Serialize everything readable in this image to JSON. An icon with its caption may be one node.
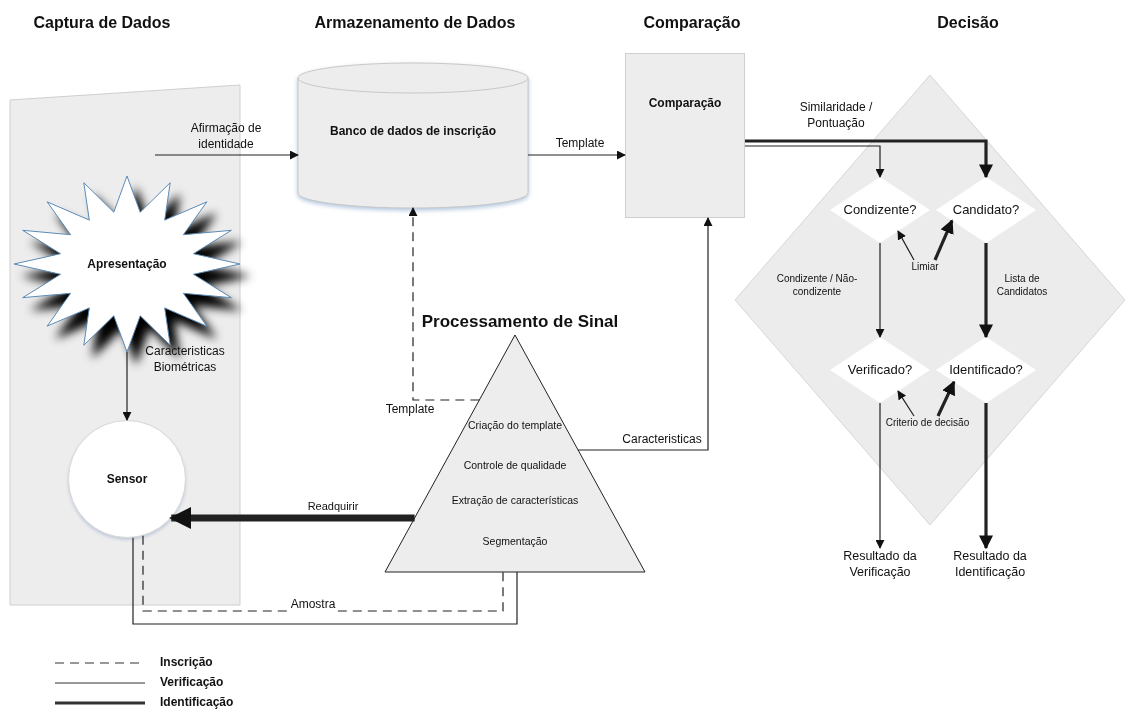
{
  "diagram": {
    "nodes": [
      {
        "text": [],
        "shape": "box"
      },
      {
        "text": [
          "Apresentação"
        ],
        "in": 0
      },
      {
        "text": [
          "Sensor"
        ],
        "in": 0
      },
      {
        "text": [
          "Banco de dados de inscrição"
        ]
      },
      {
        "text": [
          "Comparação"
        ]
      },
      {
        "text": [
          "Processamento de Sinal",
          "Criação do template",
          "Controle de qualidade",
          "Extração de características",
          "Segmentação"
        ]
      },
      {
        "text": [],
        "shape": "diamond"
      },
      {
        "text": [
          "Condizente?"
        ],
        "in": 6
      },
      {
        "text": [
          "Candidato?"
        ],
        "in": 6
      },
      {
        "text": [
          "Verificado?"
        ],
        "in": 6
      },
      {
        "text": [
          "Identificado?"
        ],
        "in": 6
      },
      {
        "text": [
          "Resultado da Verificação"
        ]
      },
      {
        "text": [
          "Resultado da Identificação"
        ]
      },
      {
        "text": [
          "Limiar"
        ],
        "in": 6
      },
      {
        "text": [
          "Criterio de decisão"
        ],
        "in": 6
      }
    ],
    "edges": [
      {
        "from": null,
        "to": 3,
        "arrow": "to",
        "label": "Afirmação de identidade"
      },
      {
        "from": 1,
        "to": 2,
        "arrow": "to",
        "label": "Caracteristicas Biométricas"
      },
      {
        "from": 2,
        "to": 5,
        "arrow": "none",
        "style": "dashed",
        "label": "Amostra"
      },
      {
        "from": 2,
        "to": 5,
        "arrow": "none"
      },
      {
        "from": 5,
        "to": 3,
        "arrow": "to",
        "style": "dashed",
        "label": "Template"
      },
      {
        "from": 5,
        "to": 4,
        "arrow": "to",
        "label": "Caracteristicas"
      },
      {
        "from": 5,
        "to": 2,
        "arrow": "to",
        "style": "thick",
        "label": "Readquirir"
      },
      {
        "from": 3,
        "to": 4,
        "arrow": "to",
        "label": "Template"
      },
      {
        "from": 4,
        "to": 7,
        "arrow": "to",
        "label": "Similaridade / Pontuação"
      },
      {
        "from": 4,
        "to": 8,
        "arrow": "to",
        "style": "thick"
      },
      {
        "from": 13,
        "to": 7,
        "arrow": "to"
      },
      {
        "from": 13,
        "to": 8,
        "arrow": "to",
        "style": "thick"
      },
      {
        "from": 7,
        "to": 9,
        "arrow": "to",
        "label": "Condizente / Não-condizente"
      },
      {
        "from": 8,
        "to": 10,
        "arrow": "to",
        "style": "thick",
        "label": "Lista de Candidatos"
      },
      {
        "from": 14,
        "to": 9,
        "arrow": "to"
      },
      {
        "from": 14,
        "to": 10,
        "arrow": "to",
        "style": "thick"
      },
      {
        "from": 9,
        "to": 11,
        "arrow": "to"
      },
      {
        "from": 10,
        "to": 12,
        "arrow": "to",
        "style": "thick"
      }
    ],
    "labels": [
      "Captura de Dados",
      "Armazenamento de Dados",
      "Comparação",
      "Decisão"
    ],
    "legend": [
      {
        "text": "Inscrição"
      },
      {
        "text": "Verificação"
      },
      {
        "text": "Identificação"
      }
    ]
  }
}
